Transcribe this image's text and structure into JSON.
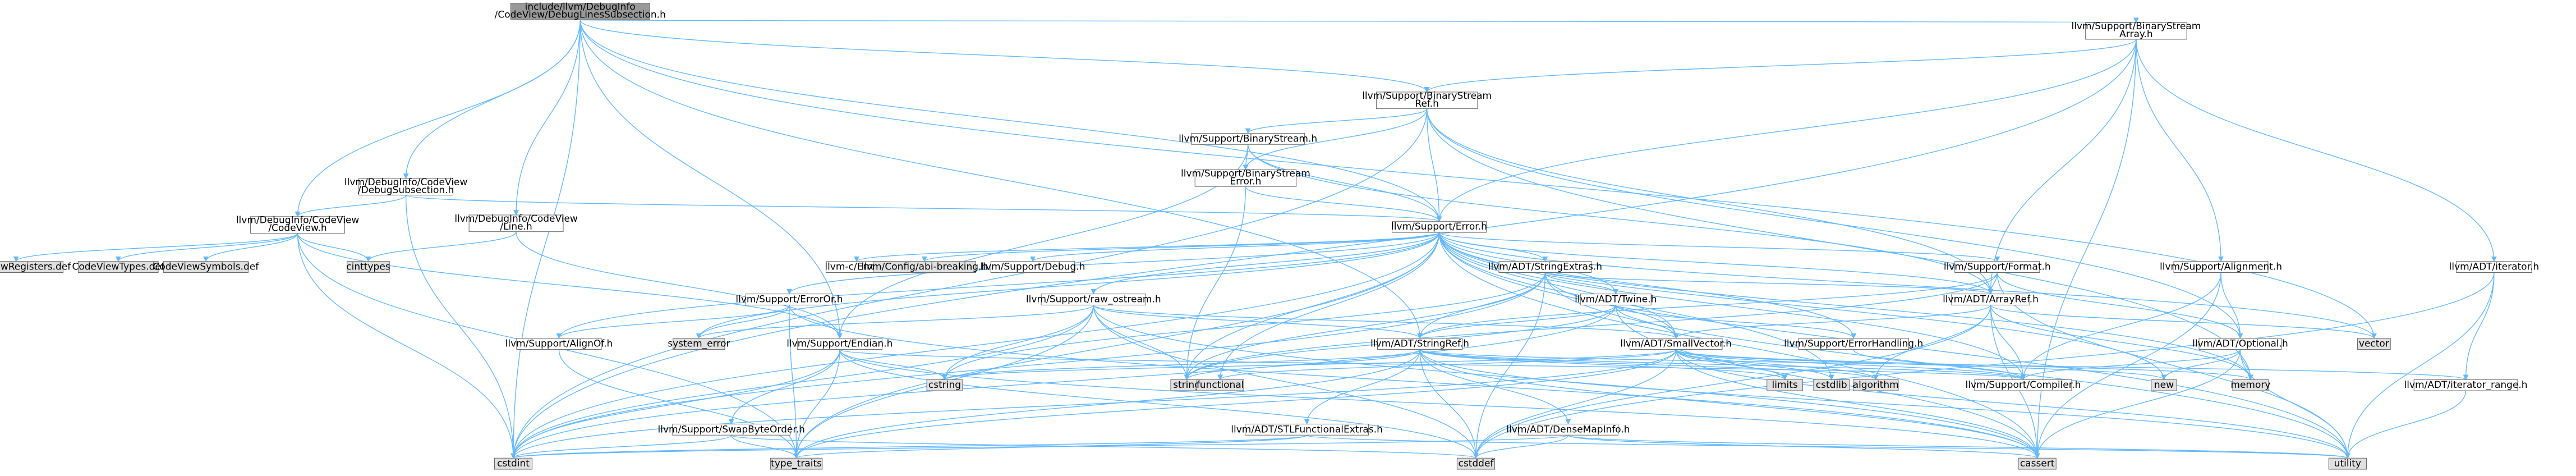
{
  "colors": {
    "root_fill": "#999999",
    "normal_fill": "#ffffff",
    "external_fill": "#e0e0e0",
    "border": "#666666",
    "text_normal": "#000000",
    "text_red": "#ff0000",
    "edge": "#63b8ff"
  },
  "nodes": [
    {
      "id": "root",
      "lines": [
        "include/llvm/DebugInfo",
        "/CodeView/DebugLinesSubsection.h"
      ],
      "style": "root"
    },
    {
      "id": "bsa",
      "lines": [
        "llvm/Support/BinaryStream",
        "Array.h"
      ],
      "style": "normal"
    },
    {
      "id": "bsr",
      "lines": [
        "llvm/Support/BinaryStream",
        "Ref.h"
      ],
      "style": "normal"
    },
    {
      "id": "bs",
      "lines": [
        "llvm/Support/BinaryStream.h"
      ],
      "style": "red"
    },
    {
      "id": "bse",
      "lines": [
        "llvm/Support/BinaryStream",
        "Error.h"
      ],
      "style": "normal"
    },
    {
      "id": "dsub",
      "lines": [
        "llvm/DebugInfo/CodeView",
        "/DebugSubsection.h"
      ],
      "style": "normal"
    },
    {
      "id": "cvh",
      "lines": [
        "llvm/DebugInfo/CodeView",
        "/CodeView.h"
      ],
      "style": "normal"
    },
    {
      "id": "lineh",
      "lines": [
        "llvm/DebugInfo/CodeView",
        "/Line.h"
      ],
      "style": "normal"
    },
    {
      "id": "error",
      "lines": [
        "llvm/Support/Error.h"
      ],
      "style": "normal"
    },
    {
      "id": "cvreg",
      "lines": [
        "CodeViewRegisters.def"
      ],
      "style": "external"
    },
    {
      "id": "cvtypes",
      "lines": [
        "CodeViewTypes.def"
      ],
      "style": "external"
    },
    {
      "id": "cvsym",
      "lines": [
        "CodeViewSymbols.def"
      ],
      "style": "external"
    },
    {
      "id": "cinttypes",
      "lines": [
        "cinttypes"
      ],
      "style": "external"
    },
    {
      "id": "llvmc",
      "lines": [
        "llvm-c/Error.h"
      ],
      "style": "red"
    },
    {
      "id": "cfgabi",
      "lines": [
        "llvm/Config/abi-breaking.h"
      ],
      "style": "external"
    },
    {
      "id": "debugh",
      "lines": [
        "llvm/Support/Debug.h"
      ],
      "style": "normal"
    },
    {
      "id": "strext",
      "lines": [
        "llvm/ADT/StringExtras.h"
      ],
      "style": "red"
    },
    {
      "id": "format",
      "lines": [
        "llvm/Support/Format.h"
      ],
      "style": "red"
    },
    {
      "id": "align",
      "lines": [
        "llvm/Support/Alignment.h"
      ],
      "style": "red"
    },
    {
      "id": "iter",
      "lines": [
        "llvm/ADT/iterator.h"
      ],
      "style": "red"
    },
    {
      "id": "errorortag",
      "lines": [
        "llvm/Support/ErrorOr.h"
      ],
      "style": "normal"
    },
    {
      "id": "rawos",
      "lines": [
        "llvm/Support/raw_ostream.h"
      ],
      "style": "red"
    },
    {
      "id": "twine",
      "lines": [
        "llvm/ADT/Twine.h"
      ],
      "style": "normal"
    },
    {
      "id": "arrayref",
      "lines": [
        "llvm/ADT/ArrayRef.h"
      ],
      "style": "red"
    },
    {
      "id": "alignof",
      "lines": [
        "llvm/Support/AlignOf.h"
      ],
      "style": "normal"
    },
    {
      "id": "syserr",
      "lines": [
        "system_error"
      ],
      "style": "external"
    },
    {
      "id": "endian",
      "lines": [
        "llvm/Support/Endian.h"
      ],
      "style": "normal"
    },
    {
      "id": "strref",
      "lines": [
        "llvm/ADT/StringRef.h"
      ],
      "style": "normal"
    },
    {
      "id": "smallvec",
      "lines": [
        "llvm/ADT/SmallVector.h"
      ],
      "style": "red"
    },
    {
      "id": "errhand",
      "lines": [
        "llvm/Support/ErrorHandling.h"
      ],
      "style": "normal"
    },
    {
      "id": "optional",
      "lines": [
        "llvm/ADT/Optional.h"
      ],
      "style": "red"
    },
    {
      "id": "vector",
      "lines": [
        "vector"
      ],
      "style": "external"
    },
    {
      "id": "cstring",
      "lines": [
        "cstring"
      ],
      "style": "external"
    },
    {
      "id": "string",
      "lines": [
        "string"
      ],
      "style": "external"
    },
    {
      "id": "functional",
      "lines": [
        "functional"
      ],
      "style": "external"
    },
    {
      "id": "limits",
      "lines": [
        "limits"
      ],
      "style": "external"
    },
    {
      "id": "cstdlib",
      "lines": [
        "cstdlib"
      ],
      "style": "external"
    },
    {
      "id": "algorithm",
      "lines": [
        "algorithm"
      ],
      "style": "external"
    },
    {
      "id": "compiler",
      "lines": [
        "llvm/Support/Compiler.h"
      ],
      "style": "red"
    },
    {
      "id": "newh",
      "lines": [
        "new"
      ],
      "style": "external"
    },
    {
      "id": "memory",
      "lines": [
        "memory"
      ],
      "style": "external"
    },
    {
      "id": "iterrange",
      "lines": [
        "llvm/ADT/iterator_range.h"
      ],
      "style": "normal"
    },
    {
      "id": "swapbyte",
      "lines": [
        "llvm/Support/SwapByteOrder.h"
      ],
      "style": "red"
    },
    {
      "id": "stlfunc",
      "lines": [
        "llvm/ADT/STLFunctionalExtras.h"
      ],
      "style": "red"
    },
    {
      "id": "densemap",
      "lines": [
        "llvm/ADT/DenseMapInfo.h"
      ],
      "style": "red"
    },
    {
      "id": "cstdint",
      "lines": [
        "cstdint"
      ],
      "style": "external"
    },
    {
      "id": "typetraits",
      "lines": [
        "type_traits"
      ],
      "style": "external"
    },
    {
      "id": "cstddef",
      "lines": [
        "cstddef"
      ],
      "style": "external"
    },
    {
      "id": "cassert",
      "lines": [
        "cassert"
      ],
      "style": "external"
    },
    {
      "id": "utility",
      "lines": [
        "utility"
      ],
      "style": "external"
    }
  ],
  "edges": [
    [
      "root",
      "bsa"
    ],
    [
      "root",
      "bsr"
    ],
    [
      "root",
      "dsub"
    ],
    [
      "root",
      "cvh"
    ],
    [
      "root",
      "lineh"
    ],
    [
      "root",
      "error"
    ],
    [
      "root",
      "cstdint"
    ],
    [
      "root",
      "vector"
    ],
    [
      "root",
      "endian"
    ],
    [
      "root",
      "strref"
    ],
    [
      "bsa",
      "bsr"
    ],
    [
      "bsa",
      "error"
    ],
    [
      "bsa",
      "align"
    ],
    [
      "bsa",
      "iter"
    ],
    [
      "bsa",
      "arrayref"
    ],
    [
      "bsa",
      "cassert"
    ],
    [
      "bsa",
      "cstdint"
    ],
    [
      "bsr",
      "bs"
    ],
    [
      "bsr",
      "bse"
    ],
    [
      "bsr",
      "error"
    ],
    [
      "bsr",
      "arrayref"
    ],
    [
      "bsr",
      "optional"
    ],
    [
      "bsr",
      "memory"
    ],
    [
      "bsr",
      "cstdint"
    ],
    [
      "bs",
      "bse"
    ],
    [
      "bs",
      "error"
    ],
    [
      "bs",
      "endian"
    ],
    [
      "bs",
      "arrayref"
    ],
    [
      "bse",
      "error"
    ],
    [
      "bse",
      "string"
    ],
    [
      "dsub",
      "cvh"
    ],
    [
      "dsub",
      "error"
    ],
    [
      "dsub",
      "cstdint"
    ],
    [
      "cvh",
      "cvreg"
    ],
    [
      "cvh",
      "cvtypes"
    ],
    [
      "cvh",
      "cvsym"
    ],
    [
      "cvh",
      "cinttypes"
    ],
    [
      "cvh",
      "endian"
    ],
    [
      "cvh",
      "typetraits"
    ],
    [
      "cvh",
      "cstdint"
    ],
    [
      "lineh",
      "cinttypes"
    ],
    [
      "lineh",
      "endian"
    ],
    [
      "error",
      "llvmc"
    ],
    [
      "error",
      "cfgabi"
    ],
    [
      "error",
      "debugh"
    ],
    [
      "error",
      "strext"
    ],
    [
      "error",
      "format"
    ],
    [
      "error",
      "errorortag"
    ],
    [
      "error",
      "rawos"
    ],
    [
      "error",
      "twine"
    ],
    [
      "error",
      "arrayref"
    ],
    [
      "error",
      "alignof"
    ],
    [
      "error",
      "syserr"
    ],
    [
      "error",
      "smallvec"
    ],
    [
      "error",
      "errhand"
    ],
    [
      "error",
      "compiler"
    ],
    [
      "error",
      "string"
    ],
    [
      "error",
      "cstdint"
    ],
    [
      "error",
      "memory"
    ],
    [
      "error",
      "vector"
    ],
    [
      "error",
      "utility"
    ],
    [
      "error",
      "cassert"
    ],
    [
      "error",
      "functional"
    ],
    [
      "error",
      "typetraits"
    ],
    [
      "error",
      "cstdlib"
    ],
    [
      "error",
      "newh"
    ],
    [
      "strext",
      "twine"
    ],
    [
      "strext",
      "arrayref"
    ],
    [
      "strext",
      "smallvec"
    ],
    [
      "strext",
      "strref"
    ],
    [
      "strext",
      "cstring"
    ],
    [
      "strext",
      "string"
    ],
    [
      "strext",
      "cstddef"
    ],
    [
      "strext",
      "cstdint"
    ],
    [
      "strext",
      "utility"
    ],
    [
      "format",
      "arrayref"
    ],
    [
      "format",
      "strref"
    ],
    [
      "format",
      "optional"
    ],
    [
      "format",
      "string"
    ],
    [
      "format",
      "utility"
    ],
    [
      "align",
      "optional"
    ],
    [
      "align",
      "compiler"
    ],
    [
      "align",
      "cassert"
    ],
    [
      "iter",
      "iterrange"
    ],
    [
      "iter",
      "cstddef"
    ],
    [
      "iter",
      "utility"
    ],
    [
      "errorortag",
      "alignof"
    ],
    [
      "errorortag",
      "syserr"
    ],
    [
      "errorortag",
      "typetraits"
    ],
    [
      "errorortag",
      "cassert"
    ],
    [
      "rawos",
      "strref"
    ],
    [
      "rawos",
      "smallvec"
    ],
    [
      "rawos",
      "cstring"
    ],
    [
      "rawos",
      "string"
    ],
    [
      "rawos",
      "cstddef"
    ],
    [
      "rawos",
      "cstdint"
    ],
    [
      "rawos",
      "typetraits"
    ],
    [
      "rawos",
      "cassert"
    ],
    [
      "rawos",
      "syserr"
    ],
    [
      "twine",
      "strref"
    ],
    [
      "twine",
      "smallvec"
    ],
    [
      "twine",
      "errhand"
    ],
    [
      "twine",
      "string"
    ],
    [
      "twine",
      "cassert"
    ],
    [
      "twine",
      "cstdint"
    ],
    [
      "arrayref",
      "smallvec"
    ],
    [
      "arrayref",
      "compiler"
    ],
    [
      "arrayref",
      "memory"
    ],
    [
      "arrayref",
      "vector"
    ],
    [
      "arrayref",
      "cstddef"
    ],
    [
      "arrayref",
      "cassert"
    ],
    [
      "arrayref",
      "algorithm"
    ],
    [
      "alignof",
      "typetraits"
    ],
    [
      "endian",
      "swapbyte"
    ],
    [
      "endian",
      "compiler"
    ],
    [
      "endian",
      "cassert"
    ],
    [
      "endian",
      "cstddef"
    ],
    [
      "endian",
      "cstdint"
    ],
    [
      "endian",
      "cstring"
    ],
    [
      "endian",
      "typetraits"
    ],
    [
      "strref",
      "stlfunc"
    ],
    [
      "strref",
      "densemap"
    ],
    [
      "strref",
      "compiler"
    ],
    [
      "strref",
      "iterrange"
    ],
    [
      "strref",
      "cstring"
    ],
    [
      "strref",
      "string"
    ],
    [
      "strref",
      "cstddef"
    ],
    [
      "strref",
      "limits"
    ],
    [
      "strref",
      "utility"
    ],
    [
      "strref",
      "cassert"
    ],
    [
      "strref",
      "algorithm"
    ],
    [
      "strref",
      "typetraits"
    ],
    [
      "smallvec",
      "compiler"
    ],
    [
      "smallvec",
      "typetraits"
    ],
    [
      "smallvec",
      "limits"
    ],
    [
      "smallvec",
      "cstdlib"
    ],
    [
      "smallvec",
      "memory"
    ],
    [
      "smallvec",
      "utility"
    ],
    [
      "smallvec",
      "cstddef"
    ],
    [
      "smallvec",
      "cassert"
    ],
    [
      "smallvec",
      "cstring"
    ],
    [
      "smallvec",
      "functional"
    ],
    [
      "smallvec",
      "newh"
    ],
    [
      "smallvec",
      "algorithm"
    ],
    [
      "smallvec",
      "cstdint"
    ],
    [
      "errhand",
      "compiler"
    ],
    [
      "optional",
      "compiler"
    ],
    [
      "optional",
      "memory"
    ],
    [
      "optional",
      "utility"
    ],
    [
      "optional",
      "cassert"
    ],
    [
      "optional",
      "newh"
    ],
    [
      "iterrange",
      "utility"
    ],
    [
      "swapbyte",
      "cstddef"
    ],
    [
      "swapbyte",
      "cstdint"
    ],
    [
      "swapbyte",
      "typetraits"
    ],
    [
      "stlfunc",
      "cstdint"
    ],
    [
      "stlfunc",
      "typetraits"
    ],
    [
      "stlfunc",
      "utility"
    ],
    [
      "densemap",
      "cassert"
    ],
    [
      "densemap",
      "cstddef"
    ],
    [
      "densemap",
      "cstdint"
    ],
    [
      "densemap",
      "utility"
    ]
  ]
}
